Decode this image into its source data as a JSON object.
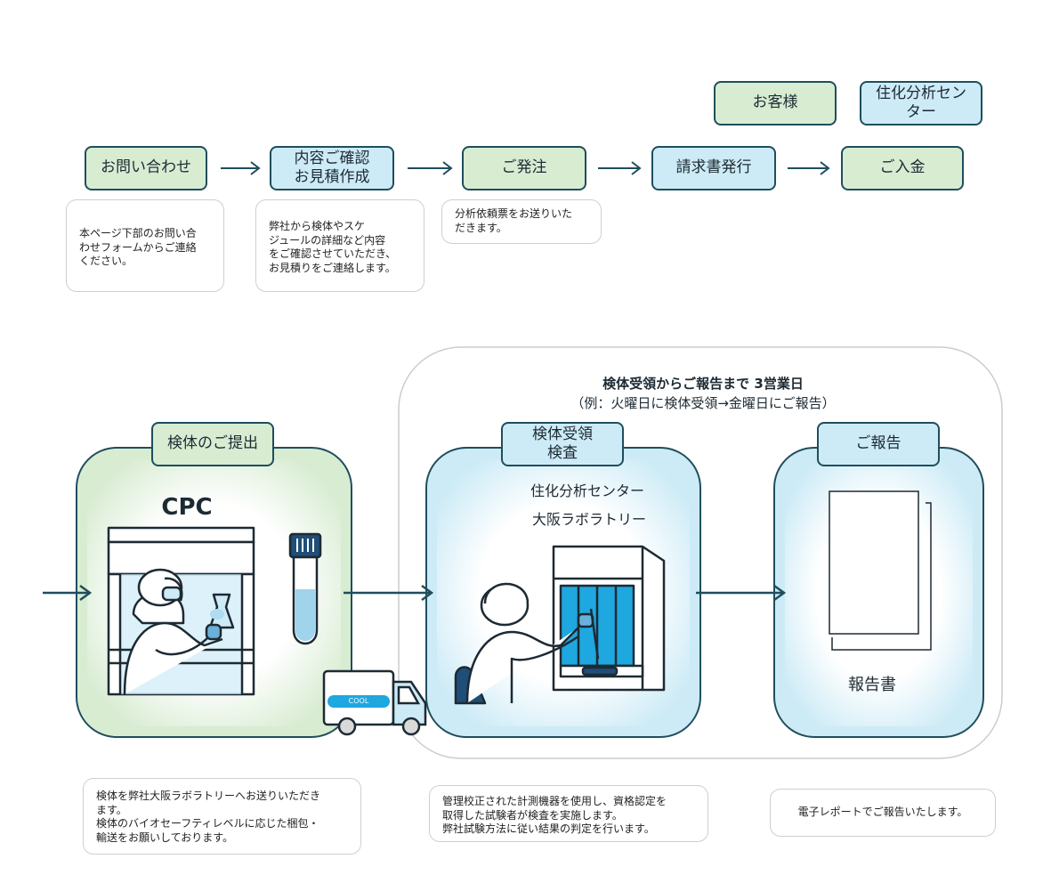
{
  "flow_top": {
    "steps": [
      {
        "label": "お問い合わせ"
      },
      {
        "label": "内容ご確認\nお見積作成"
      },
      {
        "label": "ご発注"
      },
      {
        "label": "請求書発行"
      },
      {
        "label": "ご入金"
      }
    ],
    "parties": [
      {
        "label": "お客様"
      },
      {
        "label": "住化分析セン\nター"
      }
    ],
    "notes": [
      {
        "text": "本ページ下部のお問い合\nわせフォームからご連絡\nください。"
      },
      {
        "text": "弊社から検体やスケ\nジュールの詳細など内容\nをご確認させていただき、\nお見積りをご連絡します。"
      },
      {
        "text": "分析依頼票をお送りいた\nだきます。"
      }
    ]
  },
  "process": {
    "header_line1": "検体受領からご報告まで  3営業日",
    "header_line2": "（例：火曜日に検体受領→金曜日にご報告）",
    "submit": {
      "tab": "検体のご提出",
      "cpc": "CPC",
      "truck_label": "COOL"
    },
    "receive": {
      "tab": "検体受領\n検査",
      "lab_line1": "住化分析センター",
      "lab_line2": "大阪ラボラトリー"
    },
    "report": {
      "tab": "ご報告",
      "doc_label": "報告書"
    },
    "notes": [
      {
        "text": "検体を弊社大阪ラボラトリーへお送りいただき\nます。\n検体のバイオセーフティレベルに応じた梱包・\n輸送をお願いしております。"
      },
      {
        "text": "管理校正された計測機器を使用し、資格認定を\n取得した試験者が検査を実施します。\n弊社試験方法に従い結果の判定を行います。"
      },
      {
        "text": "電子レポートでご報告いたします。"
      }
    ]
  },
  "colors": {
    "green": "#d8ecd2",
    "blue": "#cdebf6",
    "stroke": "#1f4e5c",
    "arrow": "#1f4e5c"
  }
}
